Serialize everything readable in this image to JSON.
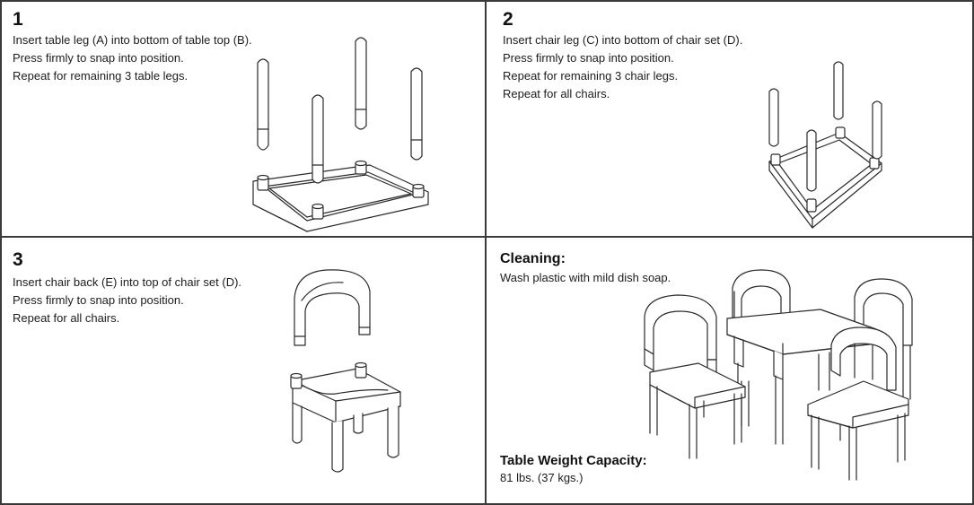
{
  "step1": {
    "number": "1",
    "lines": [
      "Insert table leg (A) into bottom of table top (B).",
      "Press firmly to snap into position.",
      "Repeat for remaining 3 table legs."
    ]
  },
  "step2": {
    "number": "2",
    "lines": [
      "Insert chair leg (C) into bottom of chair set (D).",
      "Press firmly to snap into position.",
      "Repeat for remaining 3 chair legs.",
      "Repeat for all chairs."
    ]
  },
  "step3": {
    "number": "3",
    "lines": [
      "Insert chair back (E) into top of chair set (D).",
      "Press firmly to snap into position.",
      "Repeat for all chairs."
    ]
  },
  "cleaning": {
    "heading": "Cleaning:",
    "text": "Wash plastic with mild dish soap."
  },
  "capacity": {
    "heading": "Table Weight Capacity:",
    "text": "81 lbs. (37 kgs.)"
  }
}
